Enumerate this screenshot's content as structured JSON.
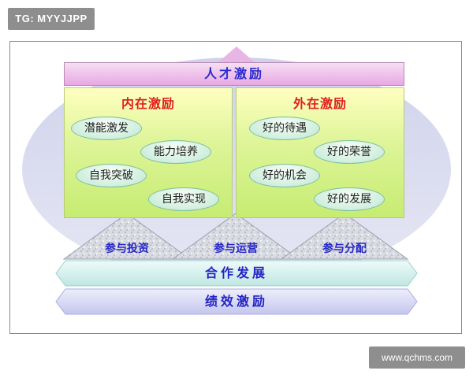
{
  "tag": "TG: MYYJJPP",
  "watermark": "www.qchms.com",
  "diagram": {
    "banner": "人才激励",
    "intrinsic": {
      "title": "内在激励",
      "items": [
        "潜能激发",
        "能力培养",
        "自我突破",
        "自我实现"
      ]
    },
    "extrinsic": {
      "title": "外在激励",
      "items": [
        "好的待遇",
        "好的荣誉",
        "好的机会",
        "好的发展"
      ]
    },
    "pillars": [
      "参与投资",
      "参与运营",
      "参与分配"
    ],
    "bands": [
      "合作发展",
      "绩效激励"
    ]
  },
  "colors": {
    "title_red": "#e0201e",
    "label_blue": "#2a2ad0",
    "panel_green": "#d4f08a",
    "banner_pink": "#eab2e6",
    "band_cyan": "#c8ece8",
    "band_lavender": "#cfcff2"
  }
}
